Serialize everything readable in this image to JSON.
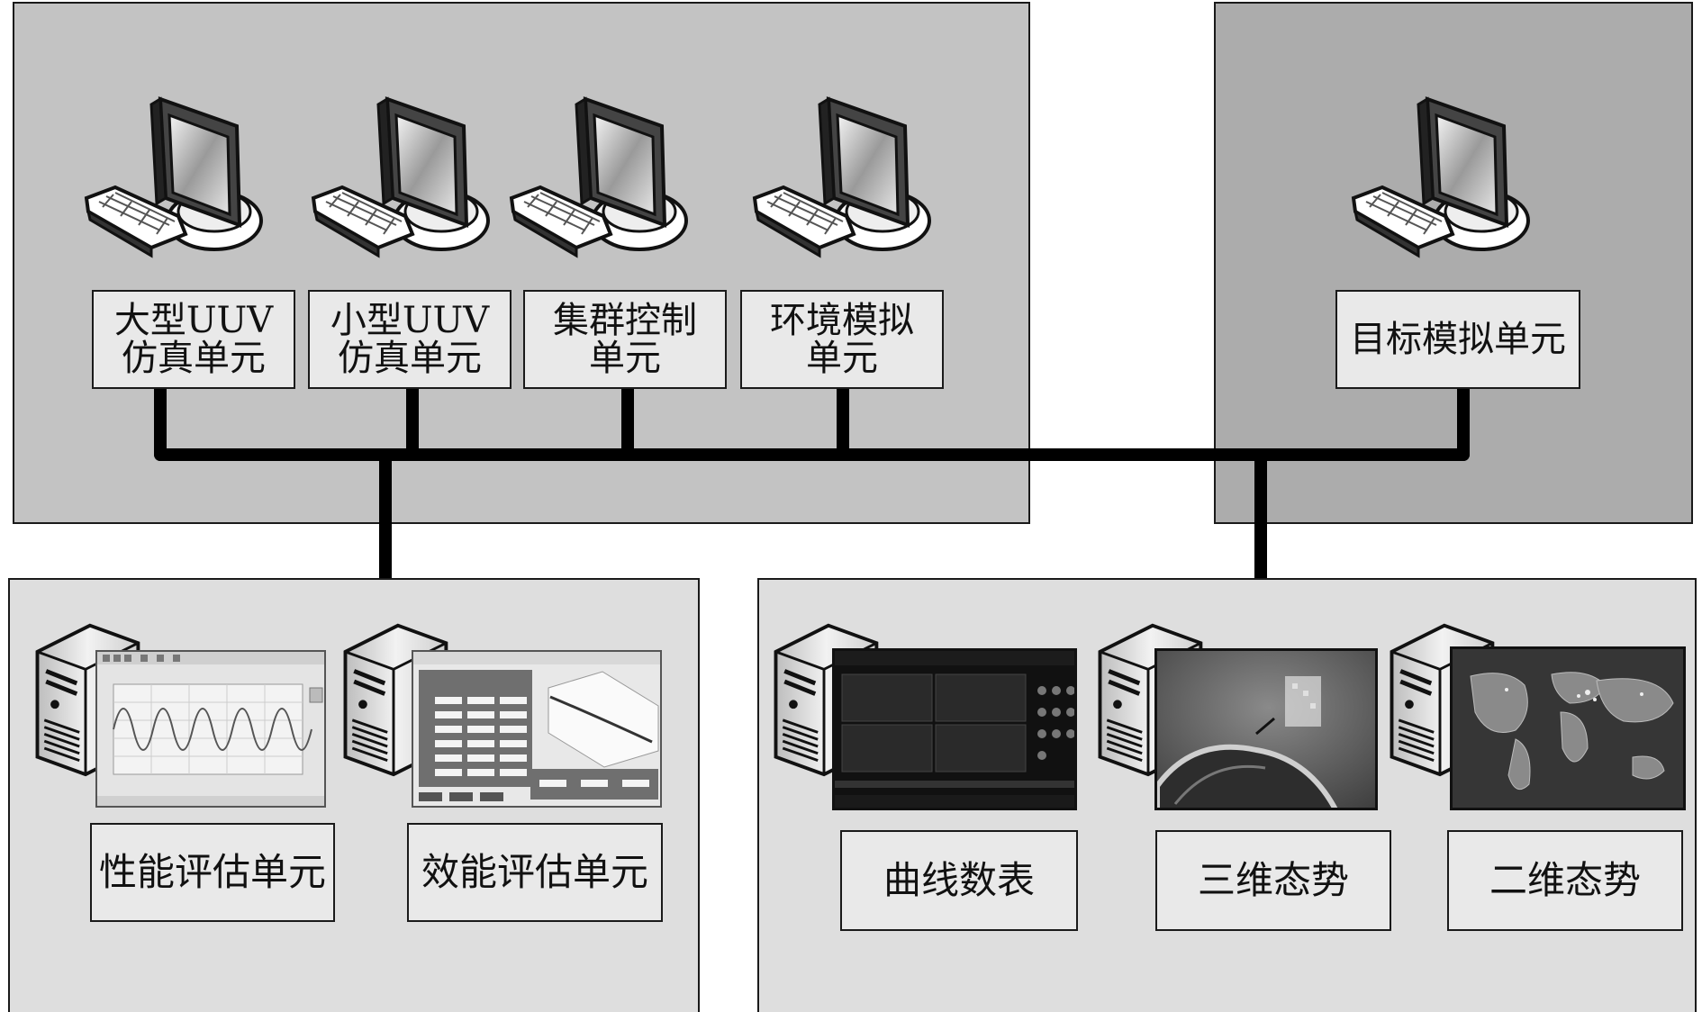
{
  "sim_units": [
    {
      "line1": "大型UUV",
      "line2": "仿真单元"
    },
    {
      "line1": "小型UUV",
      "line2": "仿真单元"
    },
    {
      "line1": "集群控制",
      "line2": "单元"
    },
    {
      "line1": "环境模拟",
      "line2": "单元"
    }
  ],
  "target_unit": "目标模拟单元",
  "eval_units": [
    "性能评估单元",
    "效能评估单元"
  ],
  "display_units": [
    "曲线数表",
    "三维态势",
    "二维态势"
  ]
}
